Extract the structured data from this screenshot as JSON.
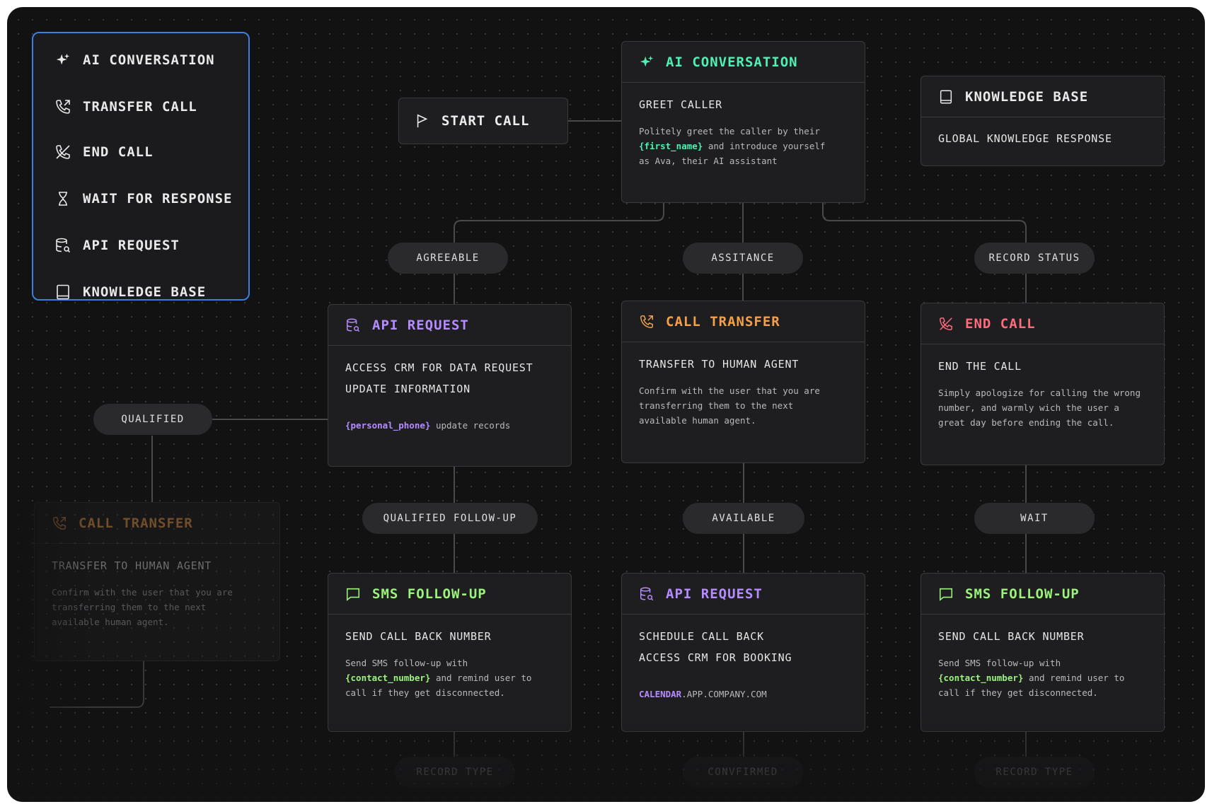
{
  "palette": {
    "items": [
      {
        "label": "AI CONVERSATION",
        "icon": "sparkle-icon"
      },
      {
        "label": "TRANSFER CALL",
        "icon": "phone-forward-icon"
      },
      {
        "label": "END CALL",
        "icon": "phone-off-icon"
      },
      {
        "label": "WAIT FOR RESPONSE",
        "icon": "hourglass-icon"
      },
      {
        "label": "API REQUEST",
        "icon": "database-search-icon"
      },
      {
        "label": "KNOWLEDGE BASE",
        "icon": "book-icon"
      }
    ]
  },
  "start": {
    "label": "START CALL"
  },
  "ai_conversation": {
    "title": "AI CONVERSATION",
    "subtitle": "GREET CALLER",
    "desc_1": "Politely greet the caller by their",
    "var": "{first_name}",
    "desc_2": " and introduce yourself",
    "desc_3": "as Ava, their AI assistant"
  },
  "knowledge_base": {
    "title": "KNOWLEDGE BASE",
    "subtitle": "GLOBAL KNOWLEDGE RESPONSE"
  },
  "edges": {
    "agreeable": "AGREEABLE",
    "assistance": "ASSITANCE",
    "record_status": "RECORD STATUS",
    "qualified": "QUALIFIED",
    "qualified_follow_up": "QUALIFIED FOLLOW-UP",
    "available": "AVAILABLE",
    "wait": "WAIT",
    "record_type_1": "RECORD TYPE",
    "confirmed": "CONVFIRMED",
    "record_type_2": "RECORD TYPE"
  },
  "api_request_1": {
    "title": "API REQUEST",
    "line_1": "ACCESS CRM FOR DATA REQUEST",
    "line_2": "UPDATE INFORMATION",
    "var": "{personal_phone}",
    "desc": " update records"
  },
  "call_transfer": {
    "title": "CALL TRANSFER",
    "subtitle": "TRANSFER TO HUMAN AGENT",
    "desc_1": "Confirm with the user that you are",
    "desc_2": "transferring them to the next",
    "desc_3": "available human agent."
  },
  "end_call": {
    "title": "END CALL",
    "subtitle": "END THE CALL",
    "desc_1": "Simply apologize for calling the wrong",
    "desc_2": "number, and warmly wich the user a",
    "desc_3": "great day before ending the call."
  },
  "ghost_transfer": {
    "title": "CALL TRANSFER",
    "subtitle": "TRANSFER TO HUMAN AGENT",
    "desc_1": "Confirm with the user that you are",
    "desc_2": "transferring them to the next",
    "desc_3": "available human agent."
  },
  "sms_1": {
    "title": "SMS FOLLOW-UP",
    "subtitle": "SEND CALL BACK NUMBER",
    "desc_1": "Send SMS follow-up with",
    "var": "{contact_number}",
    "desc_2": " and remind user to",
    "desc_3": "call if they get disconnected."
  },
  "api_request_2": {
    "title": "API REQUEST",
    "line_1": "SCHEDULE CALL BACK",
    "line_2": "ACCESS CRM FOR BOOKING",
    "url_highlight": "CALENDAR",
    "url_rest": ".APP.COMPANY.COM"
  },
  "sms_2": {
    "title": "SMS FOLLOW-UP",
    "subtitle": "SEND CALL BACK NUMBER",
    "desc_1": "Send SMS follow-up with",
    "var": "{contact_number}",
    "desc_2": " and remind user to",
    "desc_3": "call if they get disconnected."
  },
  "colors": {
    "ai": "#4ef0b4",
    "api": "#b58cff",
    "transfer": "#f4a04a",
    "end": "#ff6b7d",
    "sms": "#9af37a",
    "selection": "#3d7fe0"
  }
}
